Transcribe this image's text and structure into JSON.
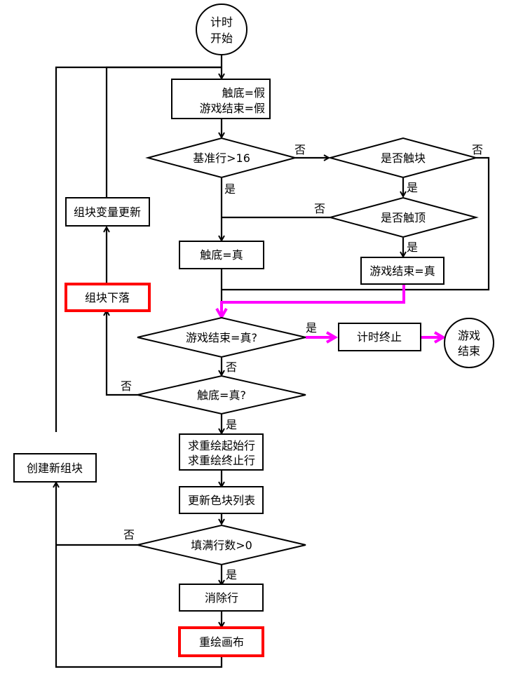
{
  "colors": {
    "line": "#000000",
    "highlight_path": "#ff00ff",
    "highlight_box": "#ff0000"
  },
  "nodes": {
    "start": {
      "lines": [
        "计时",
        "开始"
      ],
      "shape": "circle"
    },
    "init": {
      "lines": [
        "触底=假",
        "游戏结束=假"
      ],
      "shape": "rect"
    },
    "baseline": {
      "lines": [
        "基准行>16"
      ],
      "shape": "diamond"
    },
    "touch_block": {
      "lines": [
        "是否触块"
      ],
      "shape": "diamond"
    },
    "touch_top": {
      "lines": [
        "是否触顶"
      ],
      "shape": "diamond"
    },
    "set_bottom": {
      "lines": [
        "触底=真"
      ],
      "shape": "rect"
    },
    "set_gameover": {
      "lines": [
        "游戏结束=真"
      ],
      "shape": "rect"
    },
    "gameover_check": {
      "lines": [
        "游戏结束=真?"
      ],
      "shape": "diamond"
    },
    "stop_timer": {
      "lines": [
        "计时终止"
      ],
      "shape": "rect"
    },
    "end": {
      "lines": [
        "游戏",
        "结束"
      ],
      "shape": "circle"
    },
    "bottom_check": {
      "lines": [
        "触底=真?"
      ],
      "shape": "diamond"
    },
    "redraw_range": {
      "lines": [
        "求重绘起始行",
        "求重绘终止行"
      ],
      "shape": "rect"
    },
    "update_list": {
      "lines": [
        "更新色块列表"
      ],
      "shape": "rect"
    },
    "full_rows": {
      "lines": [
        "填满行数>0"
      ],
      "shape": "diamond"
    },
    "clear_rows": {
      "lines": [
        "消除行"
      ],
      "shape": "rect"
    },
    "redraw": {
      "lines": [
        "重绘画布"
      ],
      "shape": "rect",
      "highlighted": true
    },
    "block_fall": {
      "lines": [
        "组块下落"
      ],
      "shape": "rect",
      "highlighted": true
    },
    "var_update": {
      "lines": [
        "组块变量更新"
      ],
      "shape": "rect"
    },
    "new_block": {
      "lines": [
        "创建新组块"
      ],
      "shape": "rect"
    }
  },
  "edge_labels": {
    "baseline_no": "否",
    "baseline_yes": "是",
    "touch_block_no": "否",
    "touch_block_yes": "是",
    "touch_top_no": "否",
    "touch_top_yes": "是",
    "gameover_yes": "是",
    "gameover_no": "否",
    "bottom_no": "否",
    "bottom_yes": "是",
    "full_no": "否",
    "full_yes": "是"
  }
}
